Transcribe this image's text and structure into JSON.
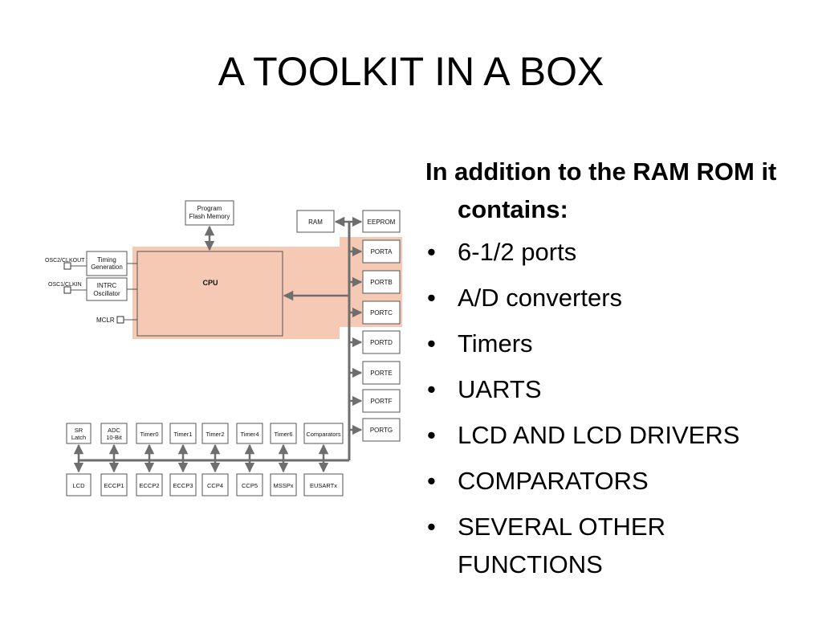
{
  "slide": {
    "title": "A TOOLKIT IN A BOX"
  },
  "text": {
    "intro": "In addition to the RAM ROM it contains:",
    "bullet_glyph": "•",
    "bullets": [
      "6-1/2 ports",
      "A/D converters",
      "Timers",
      "UARTS",
      "LCD AND LCD DRIVERS",
      "COMPARATORS",
      "SEVERAL OTHER FUNCTIONS"
    ]
  },
  "diagram": {
    "highlight_color": "#f5c9b4",
    "line_color": "#6e6e6e",
    "program_flash": [
      "Program",
      "Flash Memory"
    ],
    "ram": "RAM",
    "eeprom": "EEPROM",
    "cpu": "CPU",
    "timing_generation": [
      "Timing",
      "Generation"
    ],
    "intrc_oscillator": [
      "INTRC",
      "Oscillator"
    ],
    "osc2_pin": "OSC2/CLKOUT",
    "osc1_pin": "OSC1/CLKIN",
    "mclr_pin": "MCLR",
    "ports": [
      "PORTA",
      "PORTB",
      "PORTC",
      "PORTD",
      "PORTE",
      "PORTF",
      "PORTG"
    ],
    "top_peripherals": [
      [
        "SR",
        "Latch"
      ],
      [
        "ADC",
        "10-Bit"
      ],
      [
        "Timer0"
      ],
      [
        "Timer1"
      ],
      [
        "Timer2"
      ],
      [
        "Timer4"
      ],
      [
        "Timer6"
      ],
      [
        "Comparators"
      ]
    ],
    "bottom_peripherals": [
      "LCD",
      "ECCP1",
      "ECCP2",
      "ECCP3",
      "CCP4",
      "CCP5",
      "MSSPx",
      "EUSARTx"
    ]
  }
}
